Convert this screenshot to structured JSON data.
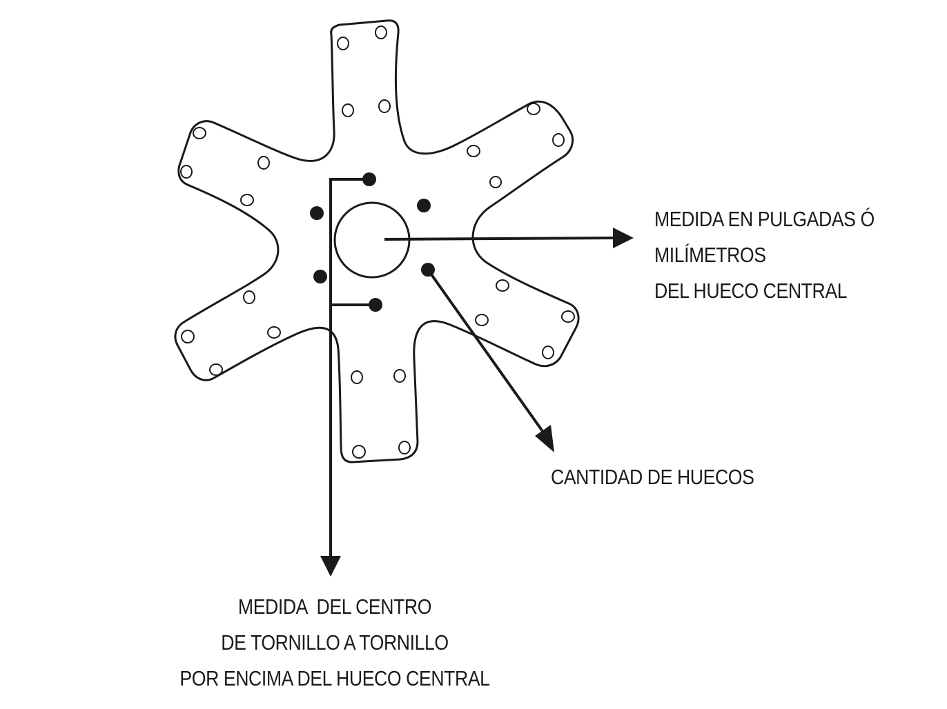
{
  "diagram": {
    "type": "bolt-pattern-diagram",
    "shape": "six-armed star plate",
    "colors": {
      "stroke": "#1a1a1a",
      "background": "#ffffff"
    },
    "labels": {
      "center_hole": {
        "line1": "MEDIDA EN PULGADAS Ó",
        "line2": "MILÍMETROS",
        "line3": "DEL HUECO CENTRAL"
      },
      "hole_count": {
        "line1": "CANTIDAD DE HUECOS"
      },
      "bolt_distance": {
        "line1": "MEDIDA  DEL CENTRO",
        "line2": "DE TORNILLO A TORNILLO",
        "line3": "POR ENCIMA DEL HUECO CENTRAL"
      }
    }
  }
}
